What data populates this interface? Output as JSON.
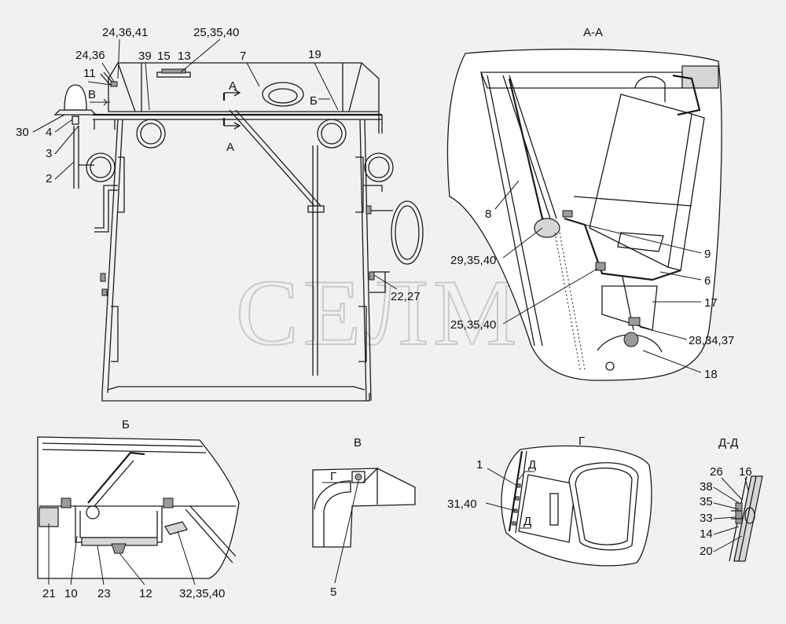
{
  "watermark": "СЕЛМ",
  "views": {
    "section_aa": "А-А",
    "view_b": "Б",
    "view_v": "В",
    "view_g": "Г",
    "section_dd": "Д-Д"
  },
  "main_view": {
    "labels": {
      "l_24_36_41": "24,36,41",
      "l_25_35_40": "25,35,40",
      "l_24_36": "24,36",
      "l_39": "39",
      "l_15": "15",
      "l_13": "13",
      "l_7": "7",
      "l_19": "19",
      "l_11": "11",
      "l_30": "30",
      "l_4": "4",
      "l_3": "3",
      "l_2": "2",
      "l_22_27": "22,27",
      "arrow_v": "В",
      "cut_a_top": "А",
      "cut_a_bottom": "А",
      "arrow_b": "Б"
    }
  },
  "section_aa": {
    "labels": {
      "l_8": "8",
      "l_9": "9",
      "l_29_35_40": "29,35,40",
      "l_6": "6",
      "l_17": "17",
      "l_25_35_40": "25,35,40",
      "l_28_34_37": "28,34,37",
      "l_18": "18"
    }
  },
  "view_b": {
    "labels": {
      "l_21": "21",
      "l_10": "10",
      "l_23": "23",
      "l_12": "12",
      "l_32_35_40": "32,35,40"
    }
  },
  "view_v": {
    "labels": {
      "l_g": "Г",
      "l_5": "5"
    }
  },
  "view_g": {
    "labels": {
      "l_1": "1",
      "l_31_40": "31,40",
      "l_d_top": "Д",
      "l_d_bottom": "Д"
    }
  },
  "section_dd": {
    "labels": {
      "l_26": "26",
      "l_16": "16",
      "l_38": "38",
      "l_35": "35",
      "l_33": "33",
      "l_14": "14",
      "l_20": "20"
    }
  }
}
